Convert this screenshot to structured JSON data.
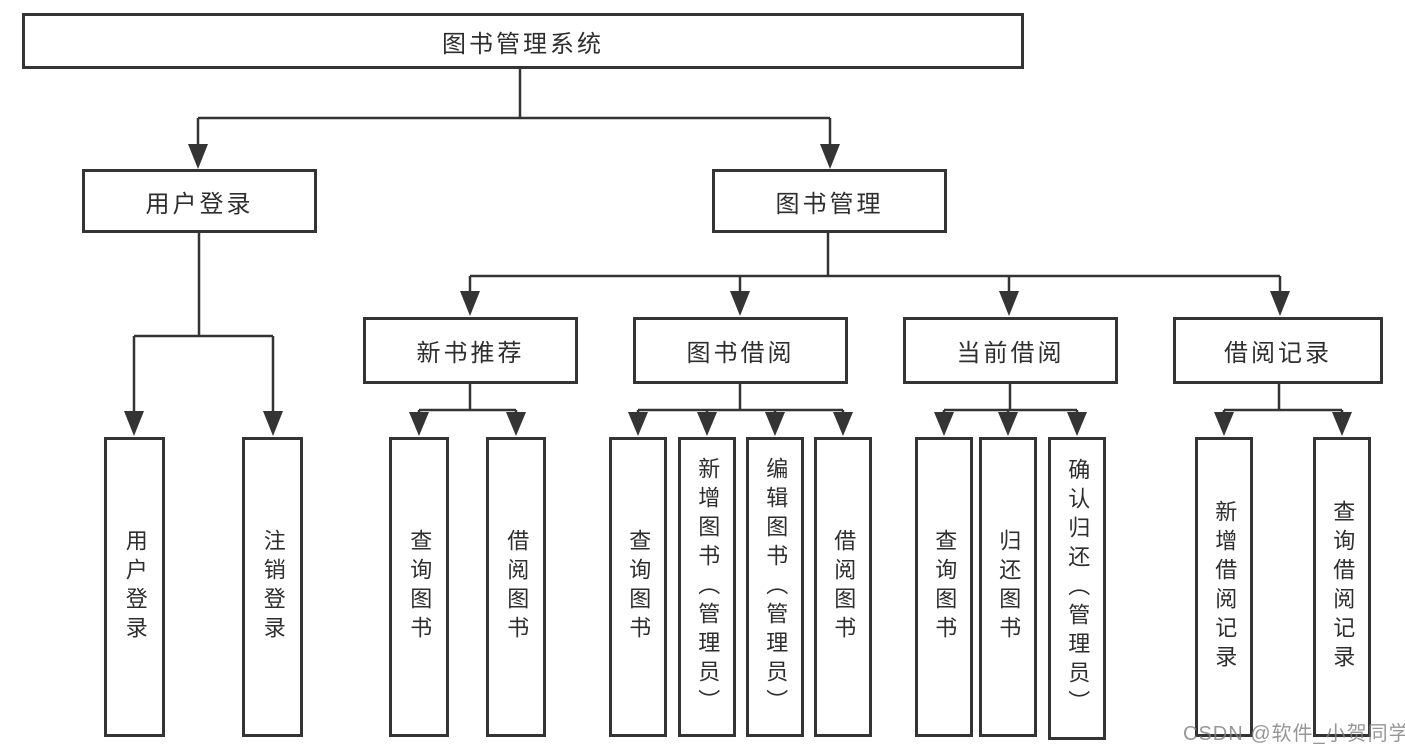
{
  "nodes": {
    "root": "图书管理系统",
    "user_login": "用户登录",
    "book_mgmt": "图书管理",
    "new_book_rec": "新书推荐",
    "book_borrow": "图书借阅",
    "current_borrow": "当前借阅",
    "borrow_records": "借阅记录",
    "leaf_user_login": "用户登录",
    "leaf_logout": "注销登录",
    "leaf_nbr_query_books": "查询图书",
    "leaf_nbr_borrow_books": "借阅图书",
    "leaf_bb_query_books": "查询图书",
    "leaf_bb_add_books": "新增图书（管理员）",
    "leaf_bb_edit_books": "编辑图书（管理员）",
    "leaf_bb_borrow_books": "借阅图书",
    "leaf_cb_query_books": "查询图书",
    "leaf_cb_return_books": "归还图书",
    "leaf_cb_confirm_return": "确认归还（管理员）",
    "leaf_br_add_record": "新增借阅记录",
    "leaf_br_query_record": "查询借阅记录"
  },
  "hierarchy": {
    "图书管理系统": {
      "用户登录": [
        "用户登录",
        "注销登录"
      ],
      "图书管理": {
        "新书推荐": [
          "查询图书",
          "借阅图书"
        ],
        "图书借阅": [
          "查询图书",
          "新增图书（管理员）",
          "编辑图书（管理员）",
          "借阅图书"
        ],
        "当前借阅": [
          "查询图书",
          "归还图书",
          "确认归还（管理员）"
        ],
        "借阅记录": [
          "新增借阅记录",
          "查询借阅记录"
        ]
      }
    }
  },
  "colors": {
    "line": "#343434",
    "text": "#2e2e2e",
    "background": "#ffffff",
    "watermark": "#808080"
  },
  "watermark": {
    "text": "CSDN @软件_小贺同学"
  }
}
